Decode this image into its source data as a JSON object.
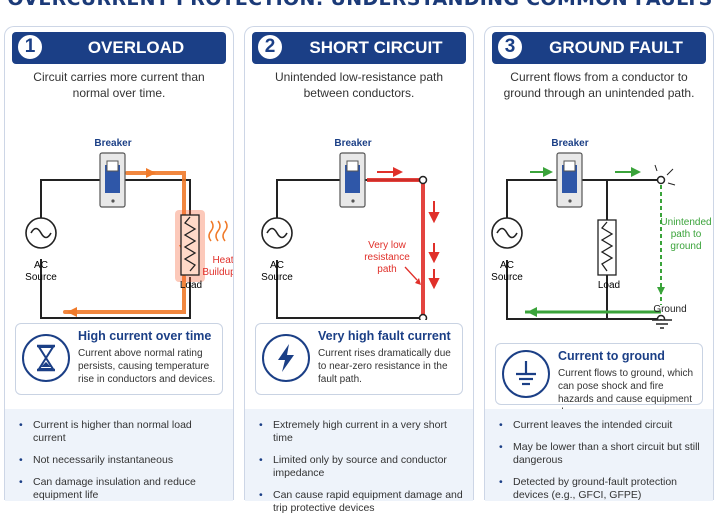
{
  "title": "OVERCURRENT PROTECTION: UNDERSTANDING COMMON FAULTS",
  "labels": {
    "breaker": "Breaker",
    "ac": "AC",
    "source": "Source",
    "load": "Load",
    "heat1": "Heat",
    "heat2": "Buildup",
    "very_low": "Very low",
    "resistance": "resistance",
    "path": "path",
    "unintended": "Unintended",
    "path_to": "path to",
    "ground_word": "ground",
    "ground": "Ground"
  },
  "panels": [
    {
      "number": "1",
      "title": "OVERLOAD",
      "desc1": "Circuit carries more current than",
      "desc2": "normal over time.",
      "info_title": "High current over time",
      "info_text": "Current above normal rating persists, causing temperature rise in conductors and devices.",
      "icon": "hourglass-icon",
      "bullets": [
        "Current is higher than normal load current",
        "Not necessarily instantaneous",
        "Can damage insulation and reduce equipment life"
      ]
    },
    {
      "number": "2",
      "title": "SHORT CIRCUIT",
      "desc1": "Unintended low-resistance path",
      "desc2": "between conductors.",
      "info_title": "Very high fault current",
      "info_text": "Current rises dramatically due to near-zero resistance in the fault path.",
      "icon": "lightning-icon",
      "bullets": [
        "Extremely high current in a very short time",
        "Limited only by source and conductor impedance",
        "Can cause rapid equipment damage and trip protective devices"
      ]
    },
    {
      "number": "3",
      "title": "GROUND FAULT",
      "desc1": "Current flows from a conductor to",
      "desc2": "ground through an unintended path.",
      "info_title": "Current to ground",
      "info_text": "Current flows to ground, which can pose shock and fire hazards and cause equipment damage.",
      "icon": "ground-icon",
      "bullets": [
        "Current leaves the intended circuit",
        "May be lower than a short circuit but still dangerous",
        "Detected by ground-fault protection devices (e.g., GFCI, GFPE)"
      ]
    }
  ],
  "colors": {
    "navy": "#1b3f86",
    "overload": "#f07a2a",
    "short": "#e0302a",
    "ground": "#3aa33a"
  }
}
